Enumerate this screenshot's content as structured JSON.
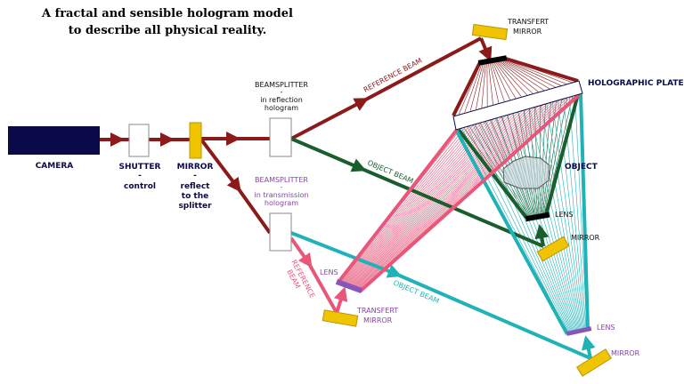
{
  "title": {
    "line1": "A fractal and sensible hologram model",
    "line2": "to describe all physical reality."
  },
  "labels": {
    "camera": "CAMERA",
    "shutter": [
      "SHUTTER",
      "-",
      "control"
    ],
    "mirror": [
      "MIRROR",
      "-",
      "reflect",
      "to the",
      "splitter"
    ],
    "beamsplitter_reflection": [
      "BEAMSPLITTER",
      "-",
      "in reflection",
      "hologram"
    ],
    "beamsplitter_transmission": [
      "BEAMSPLITTER",
      "-",
      "in transmission",
      "hologram"
    ],
    "reference_beam_top": "REFERENCE BEAM",
    "object_beam_green": "OBJECT BEAM",
    "transfert_mirror_top": [
      "TRANSFERT",
      "MIRROR"
    ],
    "holographic_plate": "HOLOGRAPHIC PLATE",
    "object": "OBJECT",
    "lens_green": "LENS",
    "mirror_green": "MIRROR",
    "reference_beam_pink": [
      "REFERENCE",
      "BEAM"
    ],
    "lens_pink": "LENS",
    "transfert_mirror_pink": [
      "TRANSFERT",
      "MIRROR"
    ],
    "object_beam_cyan": "OBJECT BEAM",
    "lens_cyan": "LENS",
    "mirror_cyan": "MIRROR"
  },
  "colors": {
    "reference_beam": "#8b1a1a",
    "object_beam_reflection": "#1a5e2e",
    "reference_beam_transmission": "#e8567a",
    "object_beam_transmission": "#20b2b8",
    "mirror": "#f0c400",
    "camera": "#0a0a4a",
    "lens_transmission": "#8855bb",
    "label_transmission": "#8844aa"
  }
}
